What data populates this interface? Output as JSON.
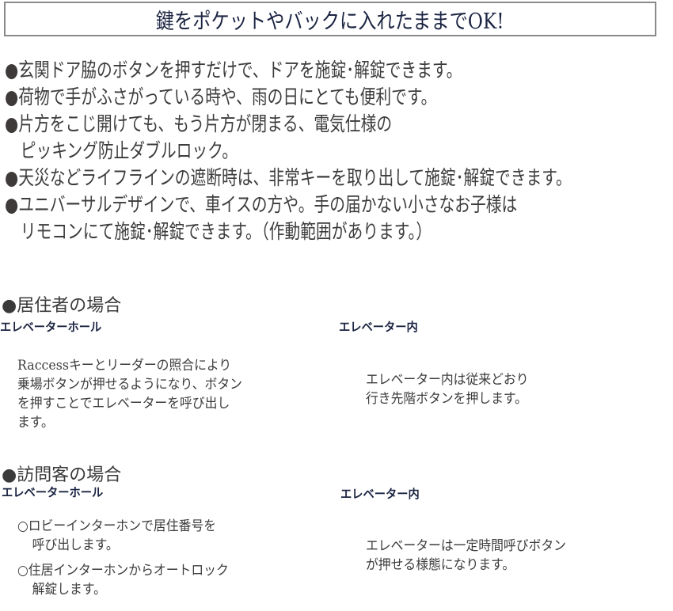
{
  "title": "鍵をポケットやバックに入れたままでOK!",
  "features": [
    {
      "bullet": "●",
      "lines": [
        "玄関ドア脇のボタンを押すだけで、ドアを施錠･解錠できます。"
      ]
    },
    {
      "bullet": "●",
      "lines": [
        "荷物で手がふさがっている時や、雨の日にとても便利です。"
      ]
    },
    {
      "bullet": "●",
      "lines": [
        "片方をこじ開けても、もう片方が閉まる、電気仕様の",
        "ピッキング防止ダブルロック。"
      ]
    },
    {
      "bullet": "●",
      "lines": [
        "天災などライフラインの遮断時は、非常キーを取り出して施錠･解錠できます。"
      ]
    },
    {
      "bullet": "●",
      "lines": [
        "ユニバーサルデザインで、車イスの方や。手の届かない小さなお子様は",
        "リモコンにて施錠･解錠できます。（作動範囲があります。）"
      ]
    }
  ],
  "resident": {
    "heading": "●居住者の場合",
    "hall": {
      "label": "エレベーターホール",
      "lines": [
        "Raccessキーとリーダーの照合により",
        "乗場ボタンが押せるようになり、ボタン",
        "を押すことでエレベーターを呼び出し",
        "ます。"
      ]
    },
    "inside": {
      "label": "エレベーター内",
      "lines": [
        "エレベーター内は従来どおり",
        "行き先階ボタンを押します。"
      ]
    }
  },
  "visitor": {
    "heading": "●訪問客の場合",
    "hall": {
      "label": "エレベーターホール",
      "items": [
        {
          "mark": "○",
          "lines": [
            "ロビーインターホンで居住番号を",
            "呼び出します。"
          ]
        },
        {
          "mark": "○",
          "lines": [
            "住居インターホンからオートロック",
            "解錠します。"
          ]
        }
      ]
    },
    "inside": {
      "label": "エレベーター内",
      "lines": [
        "エレベーターは一定時間呼びボタン",
        "が押せる様態になります。"
      ]
    }
  }
}
